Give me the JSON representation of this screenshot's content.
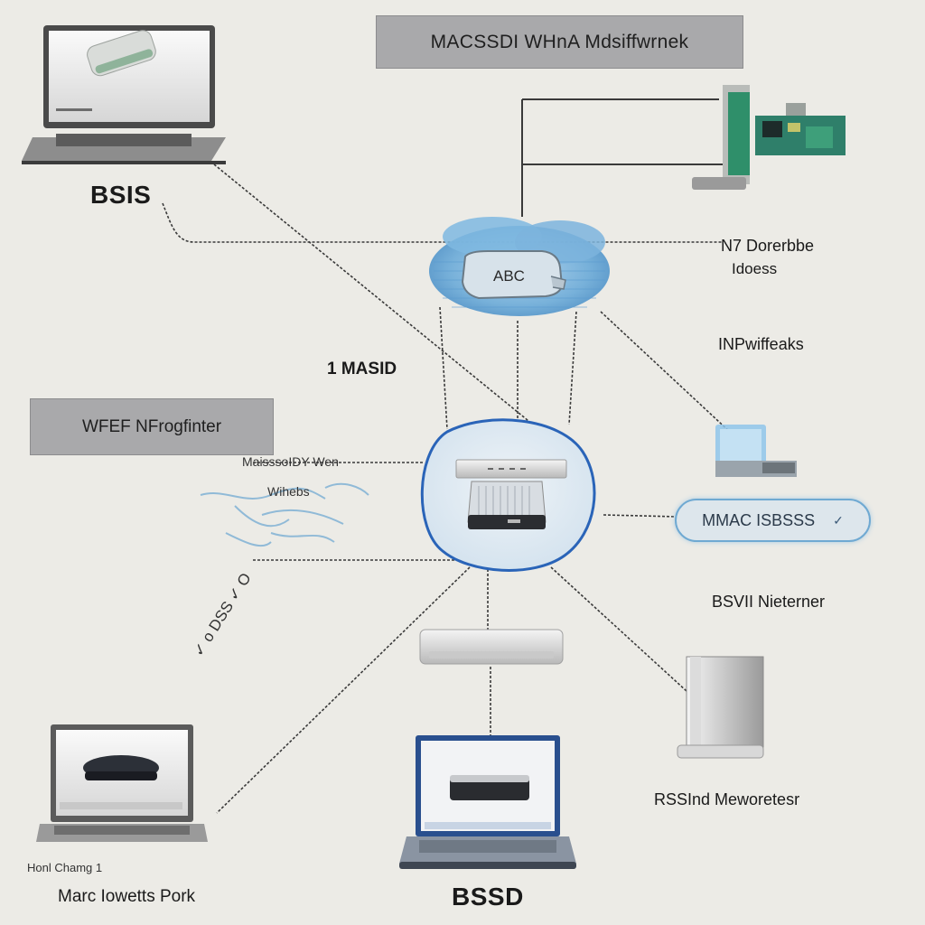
{
  "title": "MACSSDI WHnA Mdsiffwrnek",
  "labels": {
    "top_laptop": "BSIS",
    "cloud_device": "ABC",
    "right_top_1": "N7 Dorerbbe",
    "right_top_2": "Idoess",
    "right_mid": "INPwiffeaks",
    "center_left": "1 MASID",
    "wifi_box": "WFEF NFrogfinter",
    "wifi_sub_1": "MaisssoIDY Wen",
    "wifi_sub_2": "Wihebs",
    "mac_pill": "MMAC ISBSSS",
    "right_lower_1": "BSVII Nieterner",
    "right_lower_2": "RSSInd Meworetesr",
    "bottom_left_small": "Honl Chamg 1",
    "bottom_left": "Marc Iowetts Pork",
    "bottom_center": "BSSD",
    "diag_text": "✓ o DSS ✓ O"
  },
  "colors": {
    "cloud_blue": "#6aaad8",
    "hub_stroke": "#2a64b8",
    "hub_fill": "#dfe8f0",
    "box_gray": "#a9a9ab",
    "background": "#ecebe6"
  },
  "icons": {
    "top_laptop": "laptop-icon",
    "router": "router-icon",
    "circuit": "circuit-board-icon",
    "monitor": "monitor-icon",
    "server": "server-tower-icon",
    "switch": "network-switch-icon"
  }
}
